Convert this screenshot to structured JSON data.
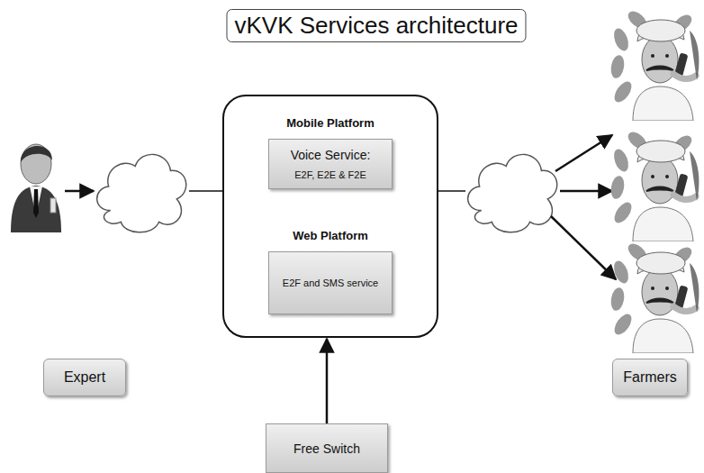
{
  "diagram": {
    "title": "vKVK Services architecture",
    "nodes": [
      {
        "text": [
          "Mobile Platform",
          "Web Platform"
        ]
      },
      {
        "text": [
          "Voice Service:",
          "E2F, E2E & F2E"
        ],
        "in": 0
      },
      {
        "text": [
          "E2F and SMS service"
        ],
        "in": 0
      },
      {
        "text": [
          "Expert"
        ]
      },
      {
        "text": [
          "Farmers"
        ]
      },
      {
        "text": [
          "Free Switch"
        ]
      }
    ],
    "edges": [
      {
        "from": 5,
        "to": 0,
        "arrow": "to"
      }
    ]
  }
}
